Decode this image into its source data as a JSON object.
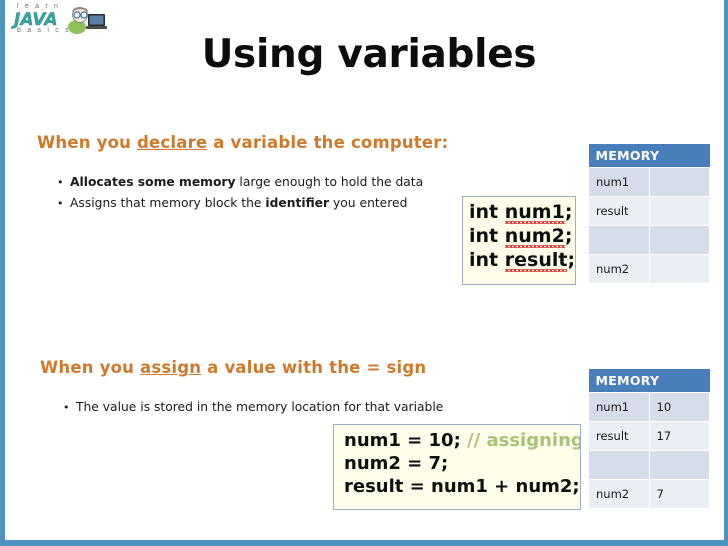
{
  "slide": {
    "title": "Using variables",
    "frame_color": "#4e93c0"
  },
  "logo": {
    "line1": "l e a r n",
    "line2": "JAVA",
    "line3": "b a s i c s",
    "java_color": "#3aa3a0",
    "mascot_alt": "person-at-computer-icon"
  },
  "sections": [
    {
      "heading_prefix": "When you ",
      "heading_underlined": "declare",
      "heading_suffix": " a variable the computer:",
      "heading_color": "#cd7a2c",
      "bullets": [
        {
          "bold": "Allocates some memory",
          "rest": " large enough to hold the data"
        },
        {
          "pre": "Assigns that memory block the ",
          "bold": "identifier",
          "rest": " you entered"
        }
      ],
      "code": {
        "lines": [
          {
            "kw": "int ",
            "name": "num1",
            "tail": ";"
          },
          {
            "kw": "int ",
            "name": "num2",
            "tail": ";"
          },
          {
            "kw": "int ",
            "name": "result",
            "tail": ";"
          }
        ]
      },
      "memory": {
        "header": "MEMORY",
        "rows": [
          {
            "name": "num1",
            "value": ""
          },
          {
            "name": "result",
            "value": ""
          },
          {
            "name": "",
            "value": ""
          },
          {
            "name": "num2",
            "value": ""
          }
        ]
      }
    },
    {
      "heading_prefix": "When you ",
      "heading_underlined": "assign",
      "heading_suffix": " a value with the = sign",
      "heading_color": "#cd7a2c",
      "bullets": [
        {
          "pre": "The value is stored in the memory location for that variable"
        }
      ],
      "code": {
        "lines": [
          {
            "code": "num1 = 10;",
            "comment": " // assigning"
          },
          {
            "code": "num2 = 7;",
            "comment": ""
          },
          {
            "code": "result = num1 + num2;",
            "comment": ""
          }
        ]
      },
      "memory": {
        "header": "MEMORY",
        "rows": [
          {
            "name": "num1",
            "value": "10"
          },
          {
            "name": "result",
            "value": "17"
          },
          {
            "name": "",
            "value": ""
          },
          {
            "name": "num2",
            "value": "7"
          }
        ]
      }
    }
  ],
  "colors": {
    "table_header_bg": "#4a7ebb",
    "row_dark": "#d6dcea",
    "row_light": "#eaeef5",
    "code_bg": "#fdfdea",
    "code_border": "#9aaec4",
    "squiggle": "#d02b2b",
    "comment": "#a9c27a"
  }
}
